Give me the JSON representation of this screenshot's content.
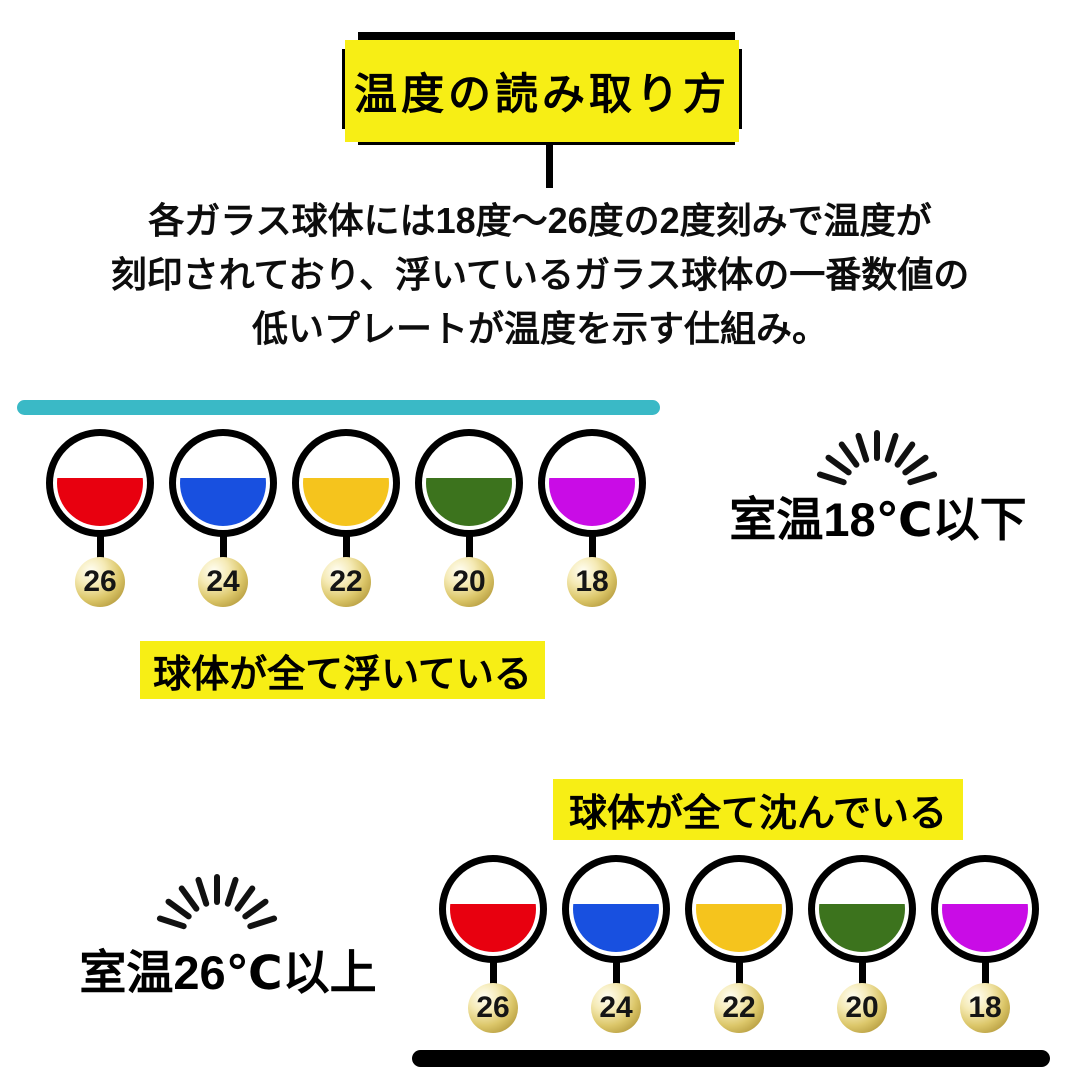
{
  "title": {
    "text": "温度の読み取り方"
  },
  "description": {
    "line1": "各ガラス球体には18度〜26度の2度刻みで温度が",
    "line2": "刻印されており、浮いているガラス球体の一番数値の",
    "line3": "低いプレートが温度を示す仕組み。"
  },
  "colors": {
    "highlight_yellow": "#f7ee15",
    "water_line_teal": "#3ab9c6",
    "bottom_line_black": "#000000"
  },
  "sections": {
    "floating": {
      "caption": "球体が全て浮いている",
      "annotation": "室温18℃以下",
      "spheres": [
        {
          "value": "26",
          "color": "#e8000f",
          "color_name": "red"
        },
        {
          "value": "24",
          "color": "#1850e0",
          "color_name": "blue"
        },
        {
          "value": "22",
          "color": "#f5c41d",
          "color_name": "yellow"
        },
        {
          "value": "20",
          "color": "#3c731d",
          "color_name": "green"
        },
        {
          "value": "18",
          "color": "#c90ce6",
          "color_name": "magenta"
        }
      ]
    },
    "sunken": {
      "caption": "球体が全て沈んでいる",
      "annotation": "室温26℃以上",
      "spheres": [
        {
          "value": "26",
          "color": "#e8000f",
          "color_name": "red"
        },
        {
          "value": "24",
          "color": "#1850e0",
          "color_name": "blue"
        },
        {
          "value": "22",
          "color": "#f5c41d",
          "color_name": "yellow"
        },
        {
          "value": "20",
          "color": "#3c731d",
          "color_name": "green"
        },
        {
          "value": "18",
          "color": "#c90ce6",
          "color_name": "magenta"
        }
      ]
    }
  }
}
